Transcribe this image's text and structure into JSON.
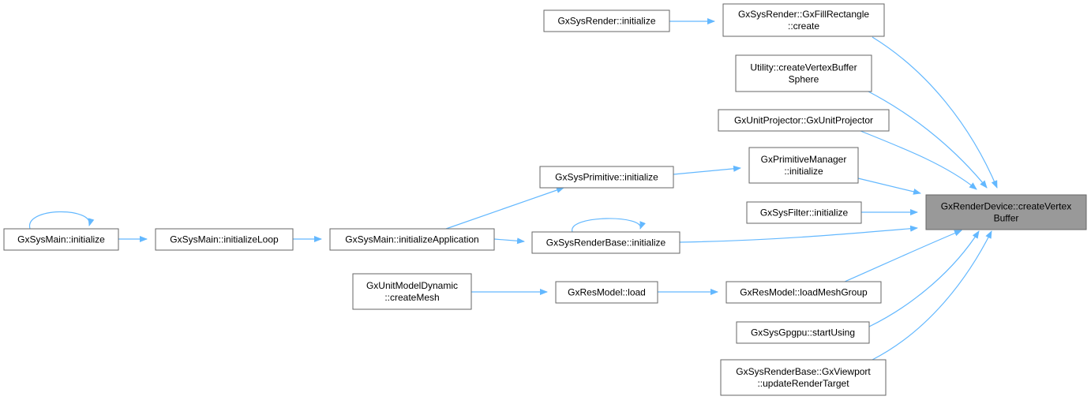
{
  "colors": {
    "edge": "#63b8ff",
    "node_fill": "#ffffff",
    "node_stroke": "#666666",
    "target_fill": "#999999",
    "text": "#000000"
  },
  "nodes": [
    {
      "id": "target",
      "lines": [
        "GxRenderDevice::createVertex",
        "Buffer"
      ],
      "highlight": true
    },
    {
      "id": "fillrect_create",
      "lines": [
        "GxSysRender::GxFillRectangle",
        "::create"
      ]
    },
    {
      "id": "sysrender_init",
      "lines": [
        "GxSysRender::initialize"
      ]
    },
    {
      "id": "util_sphere",
      "lines": [
        "Utility::createVertexBuffer",
        "Sphere"
      ]
    },
    {
      "id": "unitprojector",
      "lines": [
        "GxUnitProjector::GxUnitProjector"
      ]
    },
    {
      "id": "primmgr_init",
      "lines": [
        "GxPrimitiveManager",
        "::initialize"
      ]
    },
    {
      "id": "sysprim_init",
      "lines": [
        "GxSysPrimitive::initialize"
      ]
    },
    {
      "id": "sysfilter_init",
      "lines": [
        "GxSysFilter::initialize"
      ]
    },
    {
      "id": "renderbase_init",
      "lines": [
        "GxSysRenderBase::initialize"
      ]
    },
    {
      "id": "main_initapp",
      "lines": [
        "GxSysMain::initializeApplication"
      ]
    },
    {
      "id": "main_initloop",
      "lines": [
        "GxSysMain::initializeLoop"
      ]
    },
    {
      "id": "main_init",
      "lines": [
        "GxSysMain::initialize"
      ]
    },
    {
      "id": "loadmeshgroup",
      "lines": [
        "GxResModel::loadMeshGroup"
      ]
    },
    {
      "id": "resmodel_load",
      "lines": [
        "GxResModel::load"
      ]
    },
    {
      "id": "createmesh",
      "lines": [
        "GxUnitModelDynamic",
        "::createMesh"
      ]
    },
    {
      "id": "gpgpu_start",
      "lines": [
        "GxSysGpgpu::startUsing"
      ]
    },
    {
      "id": "viewport_update",
      "lines": [
        "GxSysRenderBase::GxViewport",
        "::updateRenderTarget"
      ]
    }
  ],
  "edges": [
    {
      "from": "sysrender_init",
      "to": "fillrect_create"
    },
    {
      "from": "fillrect_create",
      "to": "target"
    },
    {
      "from": "util_sphere",
      "to": "target"
    },
    {
      "from": "unitprojector",
      "to": "target"
    },
    {
      "from": "primmgr_init",
      "to": "target"
    },
    {
      "from": "sysprim_init",
      "to": "primmgr_init"
    },
    {
      "from": "main_initapp",
      "to": "sysprim_init"
    },
    {
      "from": "sysfilter_init",
      "to": "target"
    },
    {
      "from": "renderbase_init",
      "to": "target"
    },
    {
      "from": "renderbase_init",
      "to": "renderbase_init"
    },
    {
      "from": "main_initapp",
      "to": "renderbase_init"
    },
    {
      "from": "main_initloop",
      "to": "main_initapp"
    },
    {
      "from": "main_init",
      "to": "main_initloop"
    },
    {
      "from": "main_init",
      "to": "main_init"
    },
    {
      "from": "loadmeshgroup",
      "to": "target"
    },
    {
      "from": "resmodel_load",
      "to": "loadmeshgroup"
    },
    {
      "from": "createmesh",
      "to": "resmodel_load"
    },
    {
      "from": "gpgpu_start",
      "to": "target"
    },
    {
      "from": "viewport_update",
      "to": "target"
    }
  ]
}
